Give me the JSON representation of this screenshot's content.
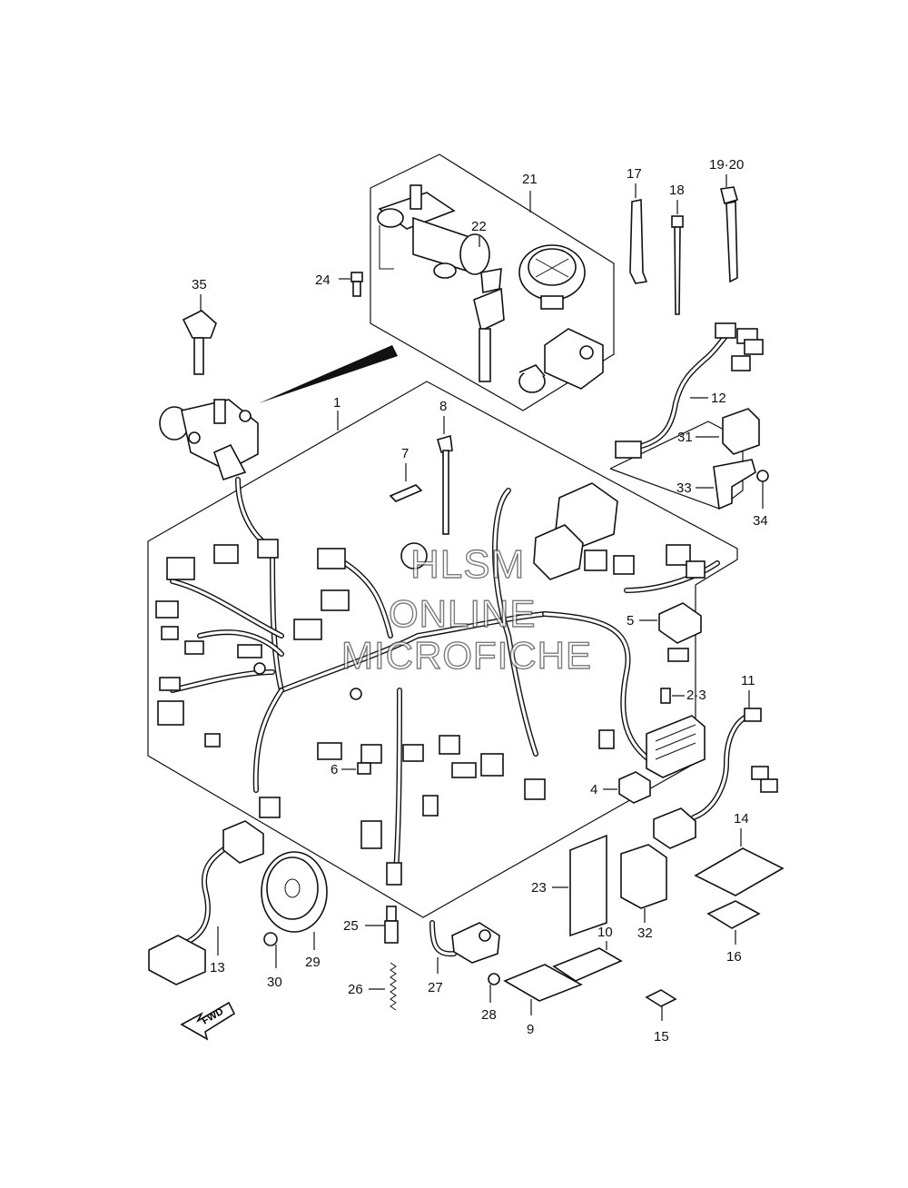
{
  "watermark": {
    "line1": "HLSM",
    "line2": "ONLINE",
    "line3": "MICROFICHE"
  },
  "fwd_label": "FWD",
  "callouts": {
    "c1": "1",
    "c2_3": "2·3",
    "c4": "4",
    "c5": "5",
    "c6": "6",
    "c7": "7",
    "c8": "8",
    "c9": "9",
    "c10": "10",
    "c11": "11",
    "c12": "12",
    "c13": "13",
    "c14": "14",
    "c15": "15",
    "c16": "16",
    "c17": "17",
    "c18": "18",
    "c19_20": "19·20",
    "c21": "21",
    "c22": "22",
    "c23": "23",
    "c24": "24",
    "c25": "25",
    "c26": "26",
    "c27": "27",
    "c28": "28",
    "c29": "29",
    "c30": "30",
    "c31": "31",
    "c32": "32",
    "c33": "33",
    "c34": "34",
    "c35": "35"
  }
}
